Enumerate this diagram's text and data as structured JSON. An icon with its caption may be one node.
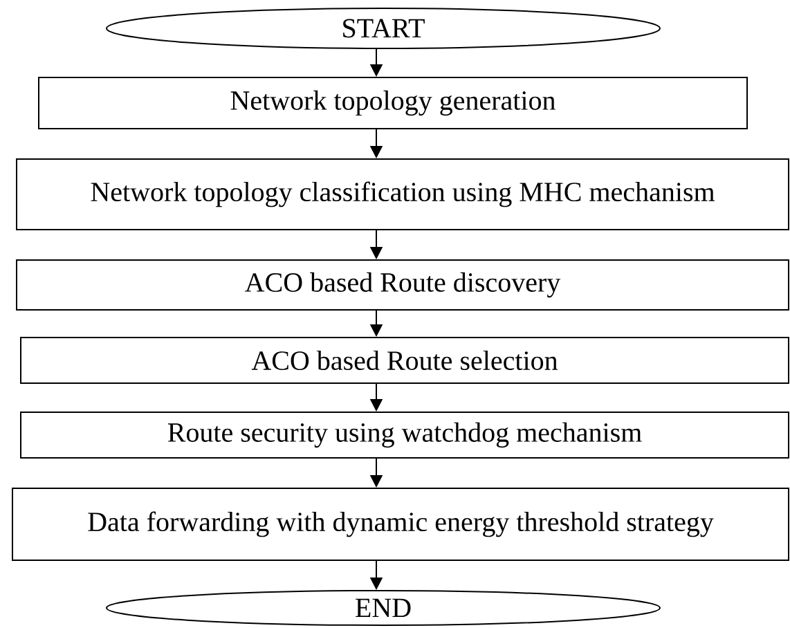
{
  "diagram": {
    "nodes": [
      {
        "text": [
          "START"
        ]
      },
      {
        "text": [
          "Network topology generation"
        ]
      },
      {
        "text": [
          "Network topology classification using MHC mechanism"
        ]
      },
      {
        "text": [
          "ACO based Route discovery"
        ]
      },
      {
        "text": [
          "ACO based Route selection"
        ]
      },
      {
        "text": [
          "Route security using watchdog mechanism"
        ]
      },
      {
        "text": [
          "Data forwarding with dynamic energy threshold strategy"
        ]
      },
      {
        "text": [
          "END"
        ]
      }
    ],
    "edges": [
      {
        "from": 0,
        "to": 1,
        "arrow": "to"
      },
      {
        "from": 1,
        "to": 2,
        "arrow": "to"
      },
      {
        "from": 2,
        "to": 3,
        "arrow": "to"
      },
      {
        "from": 3,
        "to": 4,
        "arrow": "to"
      },
      {
        "from": 4,
        "to": 5,
        "arrow": "to"
      },
      {
        "from": 5,
        "to": 6,
        "arrow": "to"
      },
      {
        "from": 6,
        "to": 7,
        "arrow": "to"
      }
    ]
  }
}
